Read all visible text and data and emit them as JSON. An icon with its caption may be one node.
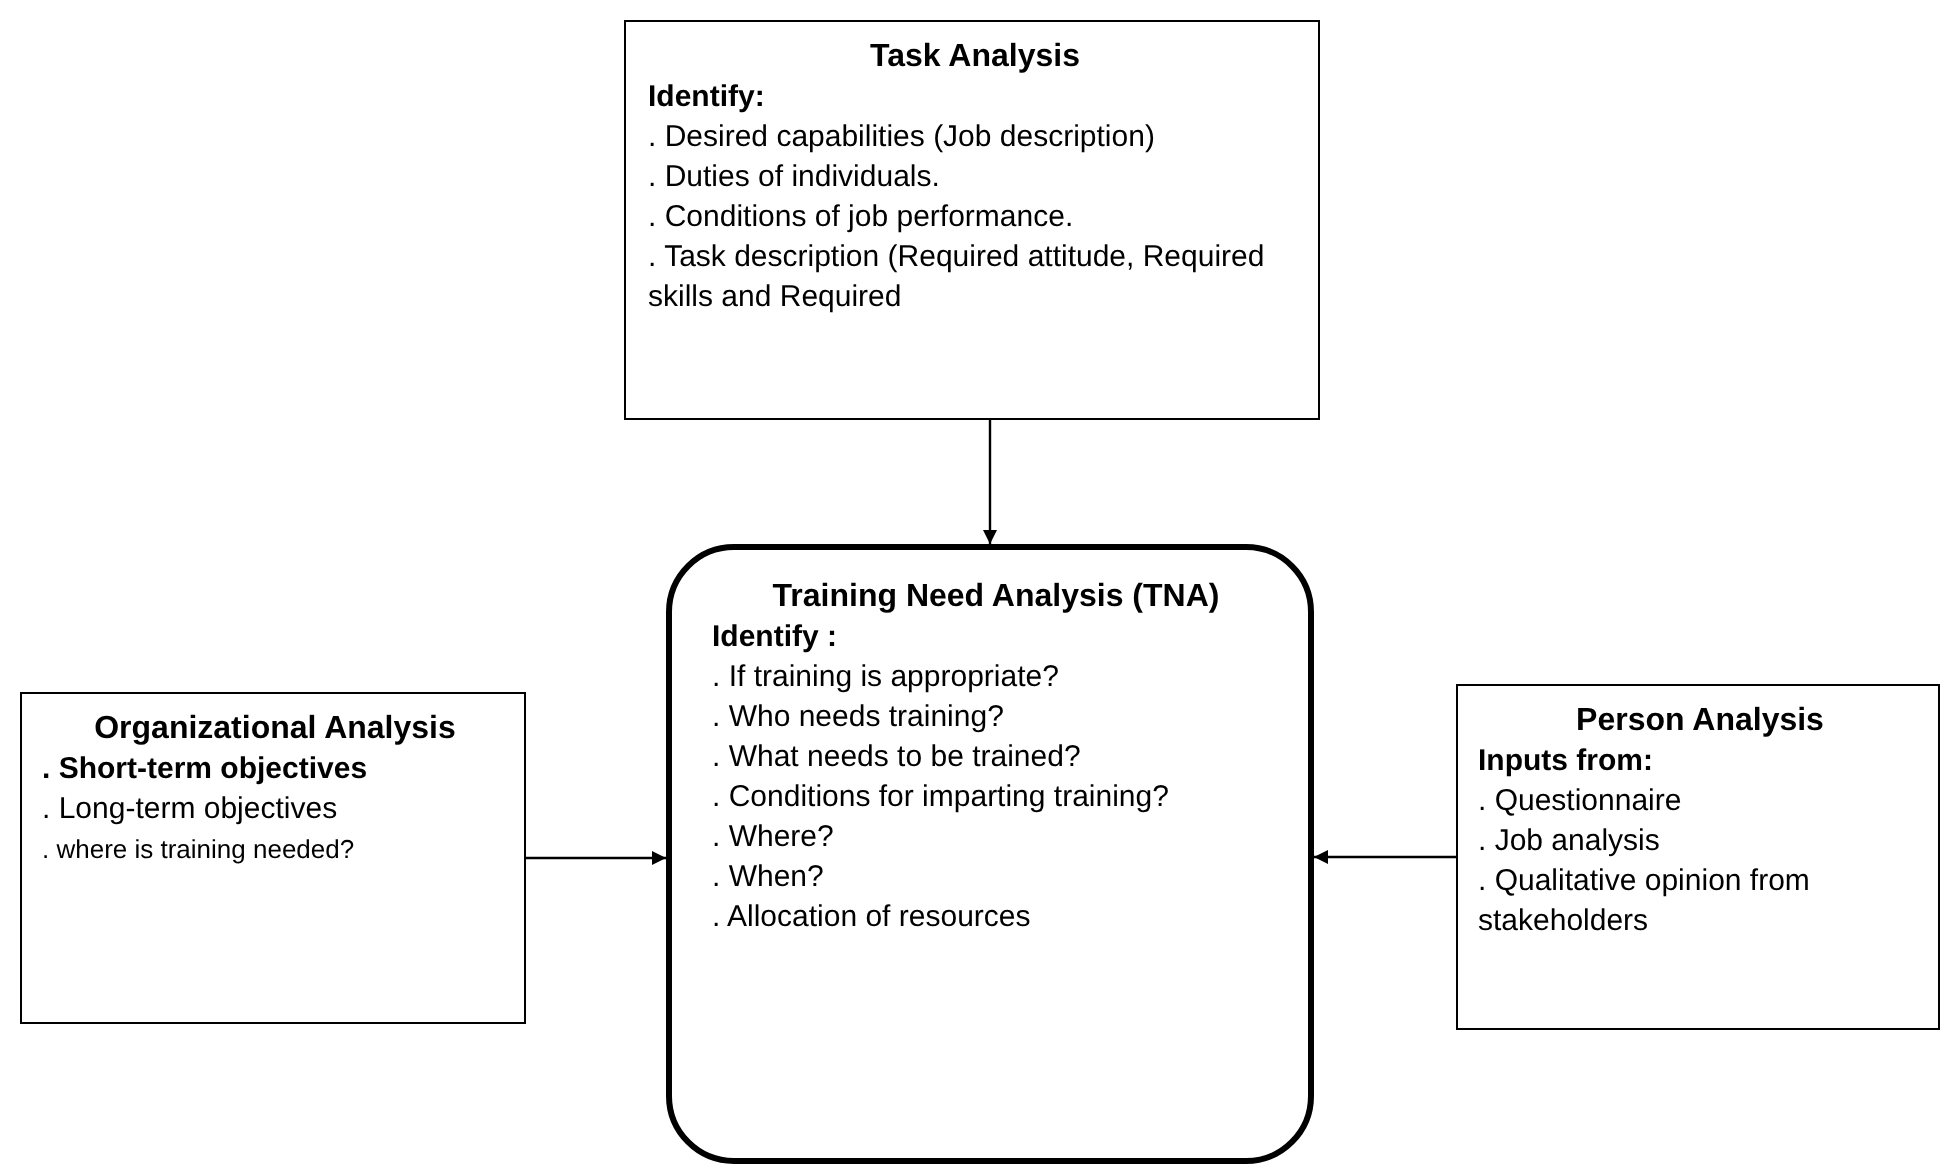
{
  "diagram": {
    "nodes": [
      {
        "text": [
          "Task Analysis",
          "Identify:",
          ". Desired capabilities (Job description)",
          ". Duties of individuals.",
          ". Conditions of job performance.",
          ". Task description (Required attitude, Required skills and Required"
        ]
      },
      {
        "text": [
          "Organizational Analysis",
          ". Short-term objectives",
          ". Long-term objectives",
          ". where is training needed?"
        ]
      },
      {
        "text": [
          "Training Need Analysis (TNA)",
          "Identify :",
          ". If training is appropriate?",
          ". Who needs training?",
          ". What needs to be trained?",
          ". Conditions for imparting training?",
          ". Where?",
          ". When?",
          ". Allocation of resources"
        ]
      },
      {
        "text": [
          "Person Analysis",
          "Inputs from:",
          ". Questionnaire",
          ". Job analysis",
          ". Qualitative opinion from stakeholders"
        ]
      }
    ],
    "edges": [
      {
        "from": 0,
        "to": 2,
        "arrow": "to"
      },
      {
        "from": 1,
        "to": 2,
        "arrow": "to"
      },
      {
        "from": 3,
        "to": 2,
        "arrow": "to"
      }
    ]
  }
}
